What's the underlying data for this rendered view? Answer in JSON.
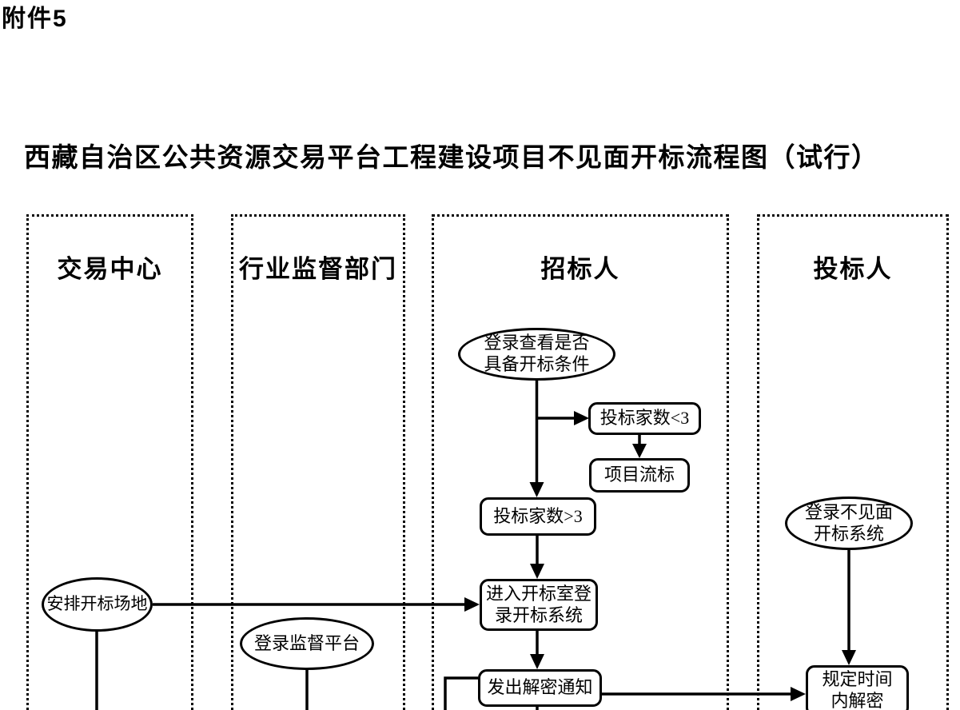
{
  "page": {
    "attachment_label": "附件5",
    "title": "西藏自治区公共资源交易平台工程建设项目不见面开标流程图（试行）"
  },
  "lanes": [
    {
      "label": "交易中心"
    },
    {
      "label": "行业监督部门"
    },
    {
      "label": "招标人"
    },
    {
      "label": "投标人"
    }
  ],
  "nodes": {
    "login_check": {
      "lines": [
        "登录查看是否",
        "具备开标条件"
      ]
    },
    "bidders_lt3": {
      "lines": [
        "投标家数<3"
      ]
    },
    "project_fail": {
      "lines": [
        "项目流标"
      ]
    },
    "bidders_gt3": {
      "lines": [
        "投标家数>3"
      ]
    },
    "enter_room": {
      "lines": [
        "进入开标室登",
        "录开标系统"
      ]
    },
    "send_notice": {
      "lines": [
        "发出解密通知"
      ]
    },
    "arrange_venue": {
      "lines": [
        "安排开标场地"
      ]
    },
    "login_supervision": {
      "lines": [
        "登录监督平台"
      ]
    },
    "login_remote": {
      "lines": [
        "登录不见面",
        "开标系统"
      ]
    },
    "decrypt_in_time": {
      "lines": [
        "规定时间",
        "内解密"
      ]
    }
  },
  "colors": {
    "ink": "#000000",
    "paper": "#ffffff"
  }
}
